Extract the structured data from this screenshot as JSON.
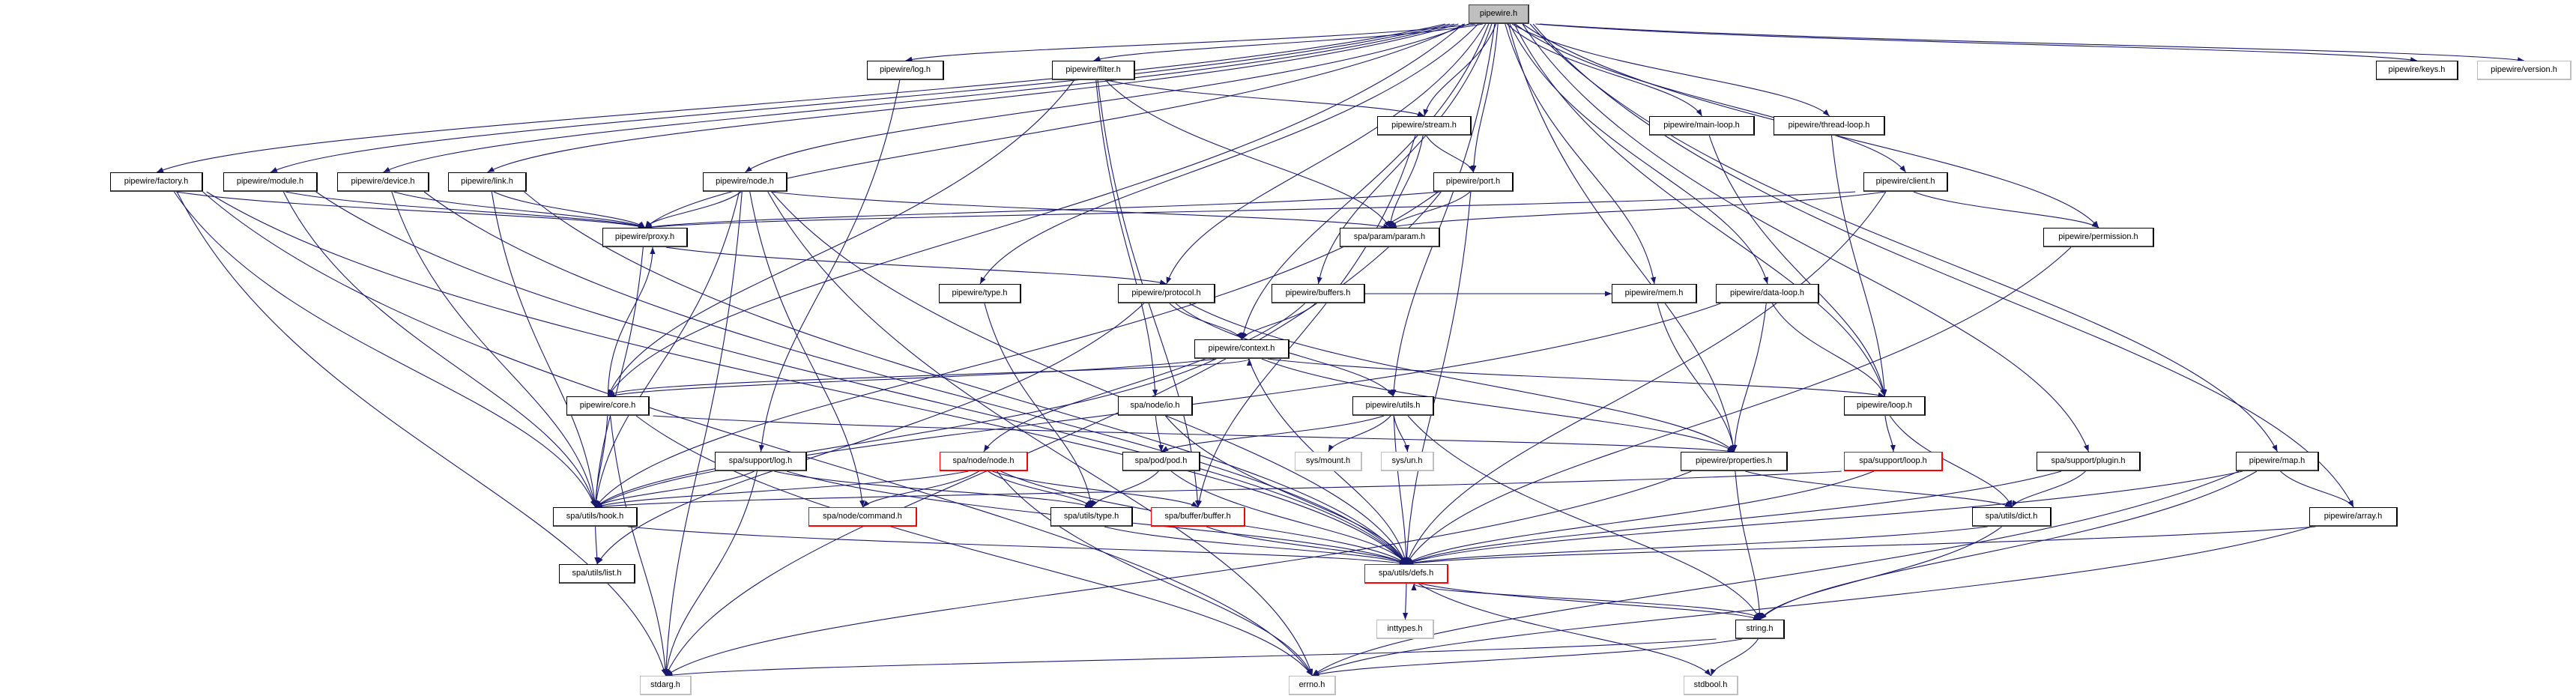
{
  "graph": {
    "edge_color": "#191970",
    "nodes": [
      {
        "id": "pipewire",
        "label": "pipewire.h",
        "style": "root"
      },
      {
        "id": "log",
        "label": "pipewire/log.h",
        "style": "normal"
      },
      {
        "id": "filter",
        "label": "pipewire/filter.h",
        "style": "normal"
      },
      {
        "id": "keys",
        "label": "pipewire/keys.h",
        "style": "normal"
      },
      {
        "id": "version",
        "label": "pipewire/version.h",
        "style": "gray"
      },
      {
        "id": "stream",
        "label": "pipewire/stream.h",
        "style": "normal"
      },
      {
        "id": "mainloop",
        "label": "pipewire/main-loop.h",
        "style": "normal"
      },
      {
        "id": "threadloop",
        "label": "pipewire/thread-loop.h",
        "style": "normal"
      },
      {
        "id": "factory",
        "label": "pipewire/factory.h",
        "style": "normal"
      },
      {
        "id": "module",
        "label": "pipewire/module.h",
        "style": "normal"
      },
      {
        "id": "device",
        "label": "pipewire/device.h",
        "style": "normal"
      },
      {
        "id": "link",
        "label": "pipewire/link.h",
        "style": "normal"
      },
      {
        "id": "node",
        "label": "pipewire/node.h",
        "style": "normal"
      },
      {
        "id": "port",
        "label": "pipewire/port.h",
        "style": "normal"
      },
      {
        "id": "client",
        "label": "pipewire/client.h",
        "style": "normal"
      },
      {
        "id": "proxy",
        "label": "pipewire/proxy.h",
        "style": "normal"
      },
      {
        "id": "param",
        "label": "spa/param/param.h",
        "style": "normal"
      },
      {
        "id": "permission",
        "label": "pipewire/permission.h",
        "style": "normal"
      },
      {
        "id": "pwtype",
        "label": "pipewire/type.h",
        "style": "normal"
      },
      {
        "id": "protocol",
        "label": "pipewire/protocol.h",
        "style": "normal"
      },
      {
        "id": "buffers",
        "label": "pipewire/buffers.h",
        "style": "normal"
      },
      {
        "id": "mem",
        "label": "pipewire/mem.h",
        "style": "normal"
      },
      {
        "id": "dataloop",
        "label": "pipewire/data-loop.h",
        "style": "normal"
      },
      {
        "id": "context",
        "label": "pipewire/context.h",
        "style": "normal"
      },
      {
        "id": "core",
        "label": "pipewire/core.h",
        "style": "normal"
      },
      {
        "id": "nodeio",
        "label": "spa/node/io.h",
        "style": "normal"
      },
      {
        "id": "utils",
        "label": "pipewire/utils.h",
        "style": "normal"
      },
      {
        "id": "loop",
        "label": "pipewire/loop.h",
        "style": "normal"
      },
      {
        "id": "supportlog",
        "label": "spa/support/log.h",
        "style": "normal"
      },
      {
        "id": "spanode",
        "label": "spa/node/node.h",
        "style": "red"
      },
      {
        "id": "pod",
        "label": "spa/pod/pod.h",
        "style": "normal"
      },
      {
        "id": "sysmount",
        "label": "sys/mount.h",
        "style": "gray"
      },
      {
        "id": "sysun",
        "label": "sys/un.h",
        "style": "gray"
      },
      {
        "id": "properties",
        "label": "pipewire/properties.h",
        "style": "normal"
      },
      {
        "id": "supportloop",
        "label": "spa/support/loop.h",
        "style": "red"
      },
      {
        "id": "plugin",
        "label": "spa/support/plugin.h",
        "style": "normal"
      },
      {
        "id": "map",
        "label": "pipewire/map.h",
        "style": "normal"
      },
      {
        "id": "hook",
        "label": "spa/utils/hook.h",
        "style": "normal"
      },
      {
        "id": "command",
        "label": "spa/node/command.h",
        "style": "red"
      },
      {
        "id": "utype",
        "label": "spa/utils/type.h",
        "style": "normal"
      },
      {
        "id": "buffer",
        "label": "spa/buffer/buffer.h",
        "style": "red"
      },
      {
        "id": "dict",
        "label": "spa/utils/dict.h",
        "style": "normal"
      },
      {
        "id": "array",
        "label": "pipewire/array.h",
        "style": "normal"
      },
      {
        "id": "list",
        "label": "spa/utils/list.h",
        "style": "normal"
      },
      {
        "id": "defs",
        "label": "spa/utils/defs.h",
        "style": "red"
      },
      {
        "id": "inttypes",
        "label": "inttypes.h",
        "style": "gray"
      },
      {
        "id": "string",
        "label": "string.h",
        "style": "normal"
      },
      {
        "id": "stdarg",
        "label": "stdarg.h",
        "style": "gray"
      },
      {
        "id": "errno",
        "label": "errno.h",
        "style": "gray"
      },
      {
        "id": "stdbool",
        "label": "stdbool.h",
        "style": "gray"
      }
    ],
    "edges": [
      [
        "pipewire",
        "log"
      ],
      [
        "pipewire",
        "filter"
      ],
      [
        "pipewire",
        "keys"
      ],
      [
        "pipewire",
        "version"
      ],
      [
        "pipewire",
        "stream"
      ],
      [
        "pipewire",
        "port"
      ],
      [
        "pipewire",
        "mainloop"
      ],
      [
        "pipewire",
        "threadloop"
      ],
      [
        "pipewire",
        "client"
      ],
      [
        "pipewire",
        "permission"
      ],
      [
        "pipewire",
        "factory"
      ],
      [
        "pipewire",
        "module"
      ],
      [
        "pipewire",
        "device"
      ],
      [
        "pipewire",
        "link"
      ],
      [
        "pipewire",
        "node"
      ],
      [
        "pipewire",
        "proxy"
      ],
      [
        "pipewire",
        "pwtype"
      ],
      [
        "pipewire",
        "protocol"
      ],
      [
        "pipewire",
        "buffers"
      ],
      [
        "pipewire",
        "context"
      ],
      [
        "pipewire",
        "core"
      ],
      [
        "pipewire",
        "utils"
      ],
      [
        "pipewire",
        "mem"
      ],
      [
        "pipewire",
        "dataloop"
      ],
      [
        "pipewire",
        "loop"
      ],
      [
        "pipewire",
        "properties"
      ],
      [
        "pipewire",
        "plugin"
      ],
      [
        "pipewire",
        "map"
      ],
      [
        "pipewire",
        "array"
      ],
      [
        "filter",
        "stream"
      ],
      [
        "filter",
        "param"
      ],
      [
        "filter",
        "core"
      ],
      [
        "filter",
        "nodeio"
      ],
      [
        "filter",
        "buffer"
      ],
      [
        "stream",
        "port"
      ],
      [
        "stream",
        "param"
      ],
      [
        "stream",
        "buffer"
      ],
      [
        "port",
        "proxy"
      ],
      [
        "port",
        "param"
      ],
      [
        "port",
        "hook"
      ],
      [
        "port",
        "defs"
      ],
      [
        "port",
        "stdarg"
      ],
      [
        "factory",
        "proxy"
      ],
      [
        "factory",
        "hook"
      ],
      [
        "factory",
        "defs"
      ],
      [
        "factory",
        "stdarg"
      ],
      [
        "factory",
        "errno"
      ],
      [
        "module",
        "proxy"
      ],
      [
        "module",
        "hook"
      ],
      [
        "module",
        "defs"
      ],
      [
        "device",
        "proxy"
      ],
      [
        "device",
        "hook"
      ],
      [
        "device",
        "defs"
      ],
      [
        "link",
        "proxy"
      ],
      [
        "link",
        "hook"
      ],
      [
        "link",
        "defs"
      ],
      [
        "node",
        "proxy"
      ],
      [
        "node",
        "param"
      ],
      [
        "node",
        "hook"
      ],
      [
        "node",
        "defs"
      ],
      [
        "node",
        "command"
      ],
      [
        "node",
        "stdarg"
      ],
      [
        "node",
        "errno"
      ],
      [
        "client",
        "proxy"
      ],
      [
        "client",
        "param"
      ],
      [
        "client",
        "permission"
      ],
      [
        "client",
        "defs"
      ],
      [
        "mainloop",
        "loop"
      ],
      [
        "threadloop",
        "loop"
      ],
      [
        "log",
        "supportlog"
      ],
      [
        "proxy",
        "protocol"
      ],
      [
        "proxy",
        "hook"
      ],
      [
        "permission",
        "defs"
      ],
      [
        "pwtype",
        "utype"
      ],
      [
        "protocol",
        "context"
      ],
      [
        "protocol",
        "properties"
      ],
      [
        "protocol",
        "utils"
      ],
      [
        "protocol",
        "list"
      ],
      [
        "buffers",
        "context"
      ],
      [
        "buffers",
        "mem"
      ],
      [
        "buffers",
        "spanode"
      ],
      [
        "mem",
        "properties"
      ],
      [
        "dataloop",
        "loop"
      ],
      [
        "dataloop",
        "properties"
      ],
      [
        "dataloop",
        "hook"
      ],
      [
        "context",
        "core"
      ],
      [
        "context",
        "properties"
      ],
      [
        "context",
        "loop"
      ],
      [
        "context",
        "hook"
      ],
      [
        "context",
        "defs"
      ],
      [
        "core",
        "proxy"
      ],
      [
        "core",
        "context"
      ],
      [
        "core",
        "hook"
      ],
      [
        "core",
        "properties"
      ],
      [
        "core",
        "errno"
      ],
      [
        "core",
        "stdarg"
      ],
      [
        "nodeio",
        "pod"
      ],
      [
        "nodeio",
        "defs"
      ],
      [
        "utils",
        "pod"
      ],
      [
        "utils",
        "sysmount"
      ],
      [
        "utils",
        "sysun"
      ],
      [
        "utils",
        "defs"
      ],
      [
        "utils",
        "string"
      ],
      [
        "loop",
        "supportloop"
      ],
      [
        "loop",
        "dict"
      ],
      [
        "supportlog",
        "hook"
      ],
      [
        "supportlog",
        "utype"
      ],
      [
        "supportlog",
        "defs"
      ],
      [
        "supportlog",
        "stdarg"
      ],
      [
        "spanode",
        "hook"
      ],
      [
        "spanode",
        "command"
      ],
      [
        "spanode",
        "utype"
      ],
      [
        "spanode",
        "buffer"
      ],
      [
        "spanode",
        "defs"
      ],
      [
        "spanode",
        "errno"
      ],
      [
        "pod",
        "utype"
      ],
      [
        "pod",
        "defs"
      ],
      [
        "properties",
        "dict"
      ],
      [
        "properties",
        "string"
      ],
      [
        "properties",
        "stdarg"
      ],
      [
        "supportloop",
        "hook"
      ],
      [
        "supportloop",
        "defs"
      ],
      [
        "plugin",
        "dict"
      ],
      [
        "plugin",
        "defs"
      ],
      [
        "map",
        "array"
      ],
      [
        "map",
        "defs"
      ],
      [
        "map",
        "string"
      ],
      [
        "map",
        "errno"
      ],
      [
        "hook",
        "list"
      ],
      [
        "hook",
        "defs"
      ],
      [
        "utype",
        "defs"
      ],
      [
        "buffer",
        "defs"
      ],
      [
        "dict",
        "defs"
      ],
      [
        "dict",
        "string"
      ],
      [
        "array",
        "defs"
      ],
      [
        "array",
        "errno"
      ],
      [
        "defs",
        "inttypes"
      ],
      [
        "defs",
        "string"
      ],
      [
        "defs",
        "stdbool"
      ],
      [
        "string",
        "defs"
      ],
      [
        "string",
        "stdarg"
      ],
      [
        "string",
        "errno"
      ],
      [
        "string",
        "stdbool"
      ]
    ]
  }
}
